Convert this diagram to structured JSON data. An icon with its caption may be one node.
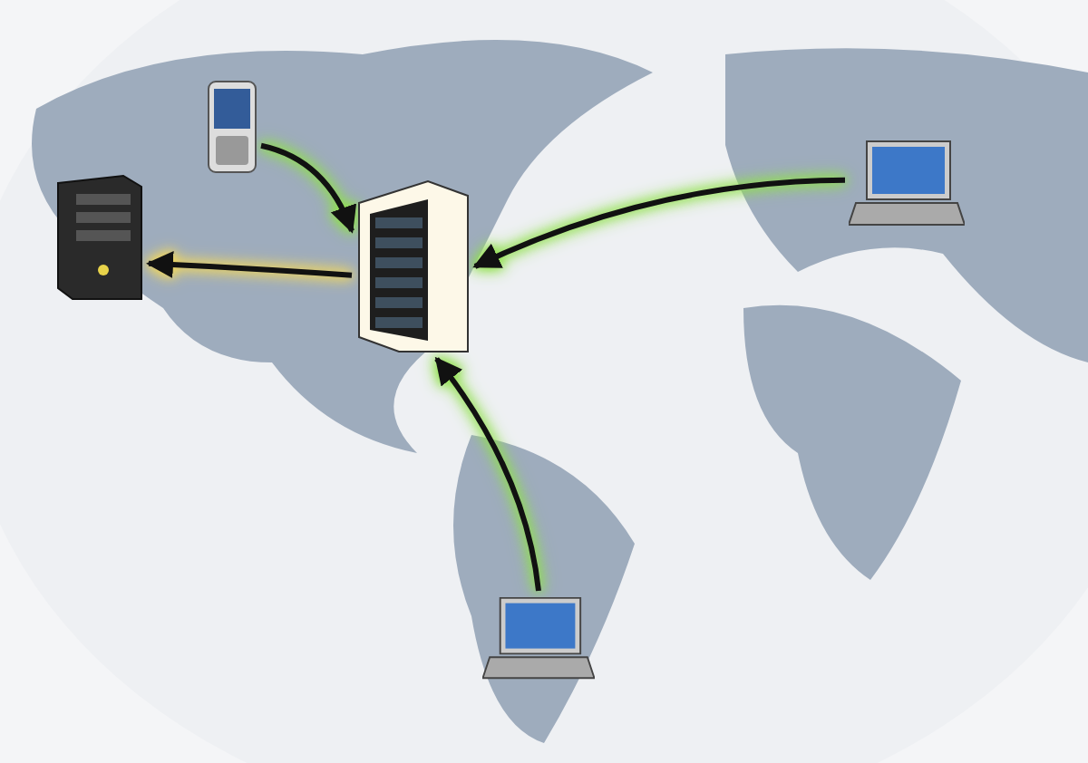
{
  "diagram": {
    "nodes": [
      {
        "text": [],
        "shape": "picture"
      },
      {
        "text": [],
        "shape": "picture"
      },
      {
        "text": [],
        "shape": "picture"
      },
      {
        "text": [],
        "shape": "picture"
      },
      {
        "text": [],
        "shape": "picture"
      }
    ],
    "edges": [
      {
        "from": 1,
        "to": 2,
        "arrow": "to"
      },
      {
        "from": 3,
        "to": 2,
        "arrow": "to"
      },
      {
        "from": 4,
        "to": 2,
        "arrow": "to"
      },
      {
        "from": 2,
        "to": 0,
        "arrow": "to"
      }
    ]
  }
}
